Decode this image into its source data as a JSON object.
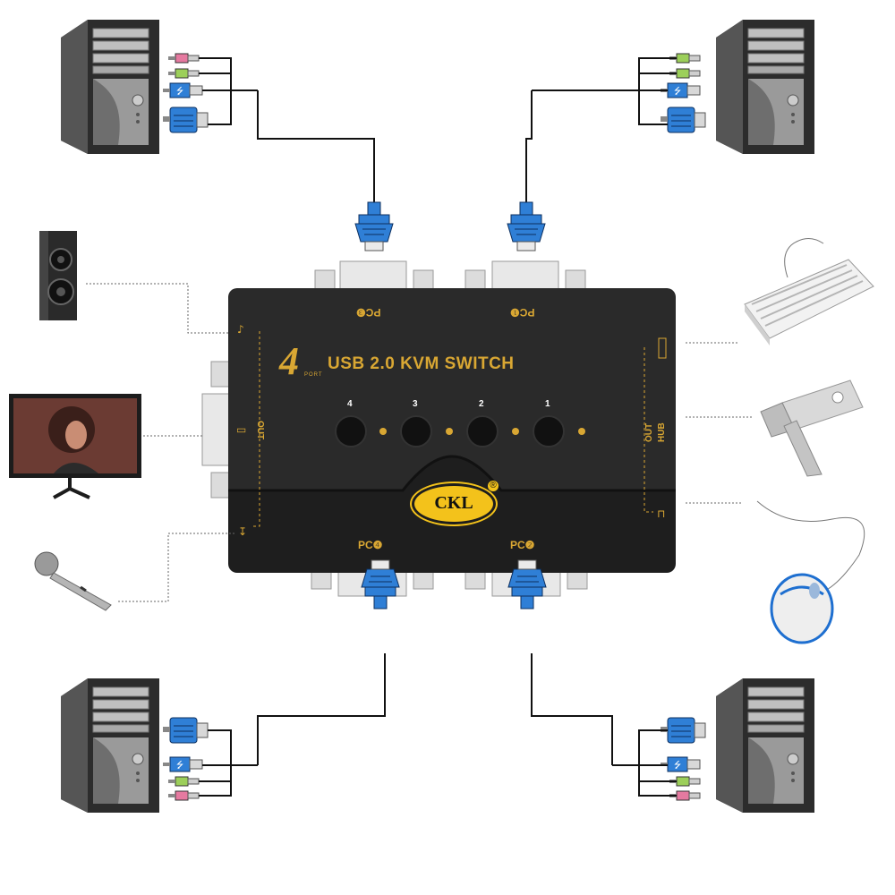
{
  "device": {
    "brand_number": "4",
    "brand_port": "PORT",
    "title": "USB 2.0 KVM SWITCH",
    "logo": "CKL",
    "logo_mark": "®",
    "ports": {
      "pc1": "PC❶",
      "pc2": "PC❷",
      "pc3": "PC❸",
      "pc4": "PC❹"
    },
    "buttons": [
      "4",
      "3",
      "2",
      "1"
    ],
    "side_labels": {
      "out": "OUT",
      "hub_out": "OUT",
      "hub": "HUB"
    }
  },
  "icons": {
    "speaker": "speaker-icon",
    "monitor": "monitor-icon",
    "microphone": "microphone-icon",
    "keyboard": "keyboard-icon",
    "usb_drive": "usb-drive-icon",
    "mouse": "mouse-icon",
    "computer": "computer-tower-icon",
    "vga": "vga-connector-icon"
  },
  "colors": {
    "device_body": "#1e1e1e",
    "accent_gold": "#d9a733",
    "logo_yellow": "#f3c21b",
    "vga_blue": "#2f7fd6",
    "audio_green": "#9ccf5a",
    "audio_pink": "#e57aa0",
    "cable": "#111111"
  }
}
